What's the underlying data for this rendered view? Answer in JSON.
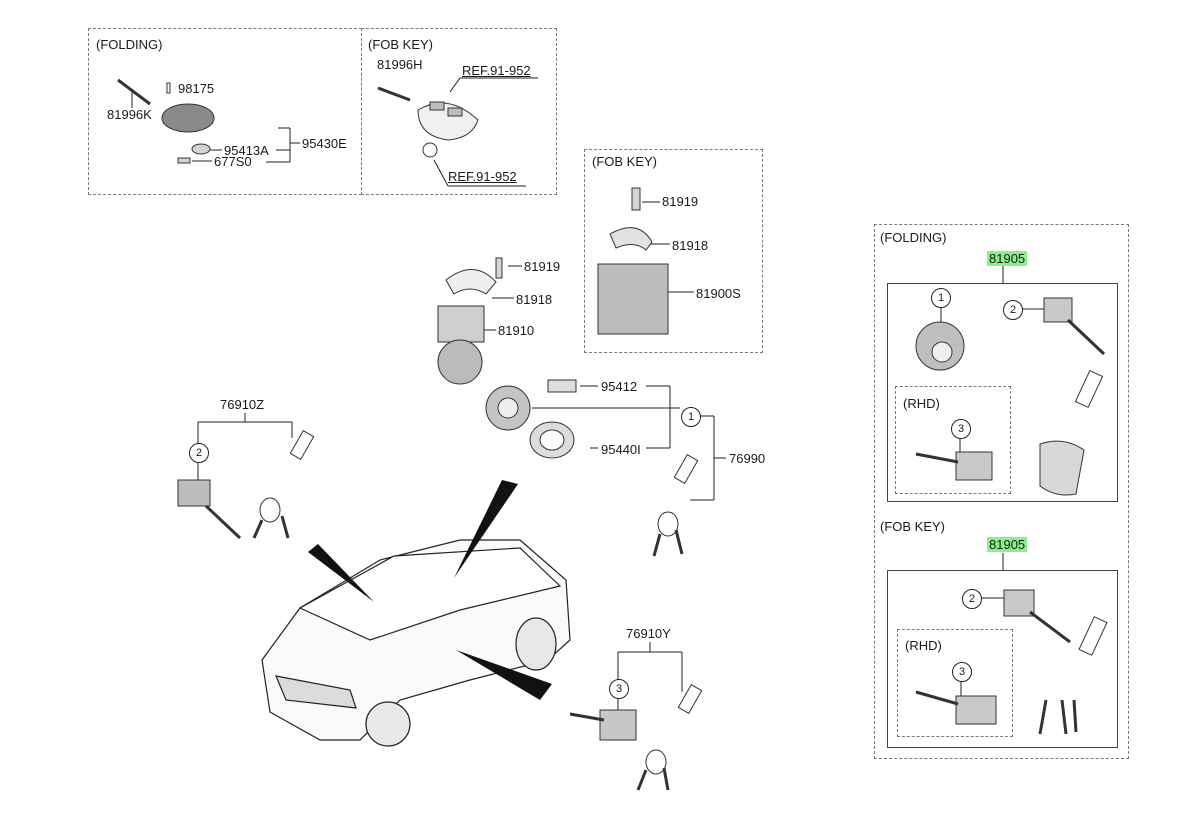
{
  "top_left": {
    "folding_title": "(FOLDING)",
    "fob_title": "(FOB KEY)",
    "p98175": "98175",
    "p81996K": "81996K",
    "p95430E": "95430E",
    "p95413A": "95413A",
    "p677S0": "677S0",
    "p81996H": "81996H",
    "ref1": "REF.91-952",
    "ref2": "REF.91-952"
  },
  "fob_mid": {
    "title": "(FOB KEY)",
    "p81919": "81919",
    "p81918": "81918",
    "p81900S": "81900S"
  },
  "center": {
    "p81919": "81919",
    "p81918": "81918",
    "p81910": "81910",
    "p95412": "95412",
    "p95440I": "95440I",
    "p76990": "76990",
    "c1": "1"
  },
  "left_set": {
    "p76910Z": "76910Z",
    "c2": "2"
  },
  "bottom_set": {
    "p76910Y": "76910Y",
    "c3": "3"
  },
  "right_panel": {
    "folding_title": "(FOLDING)",
    "folding_part": "81905",
    "f_c1": "1",
    "f_c2": "2",
    "f_rhd": "(RHD)",
    "f_c3": "3",
    "fob_title": "(FOB KEY)",
    "fob_part": "81905",
    "k_c2": "2",
    "k_rhd": "(RHD)",
    "k_c3": "3"
  },
  "colors": {
    "highlight": "#8bf08b",
    "line": "#222222",
    "part_fill": "#c8c8c8"
  }
}
